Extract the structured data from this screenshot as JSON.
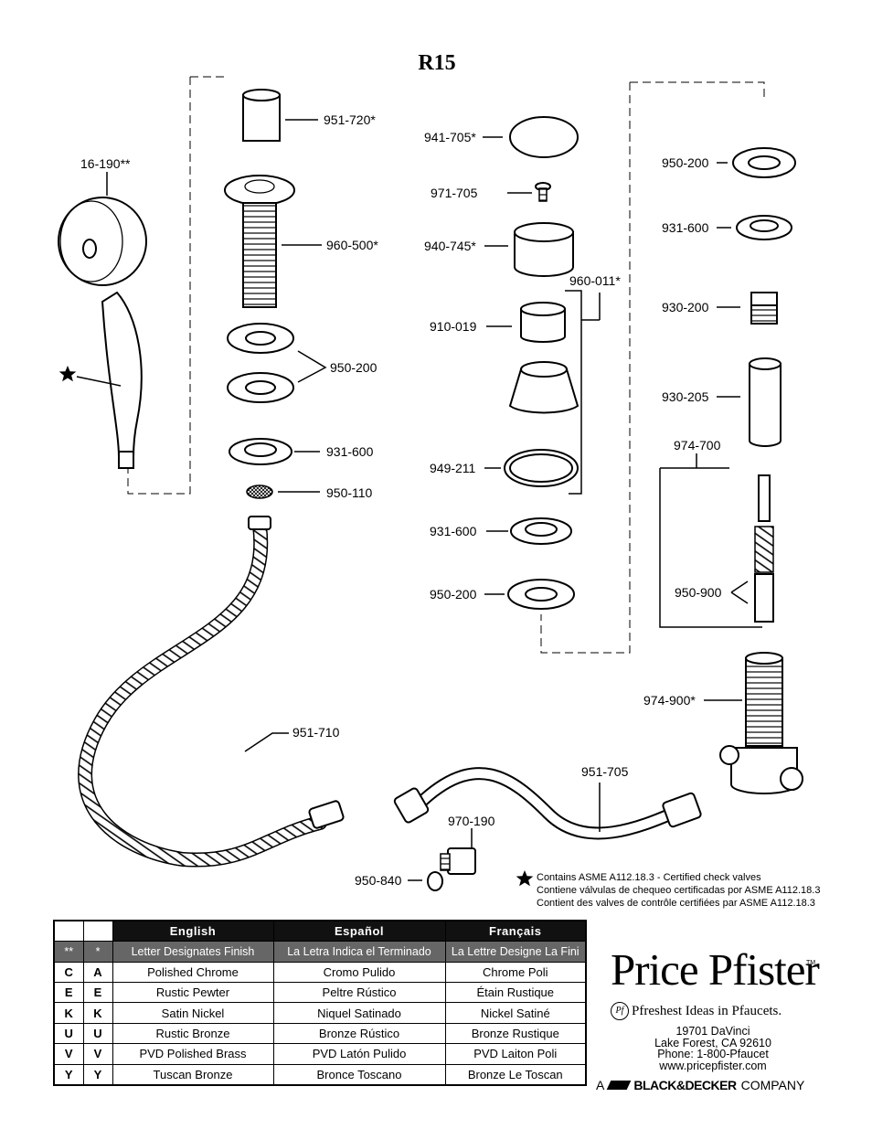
{
  "title": "R15",
  "part_labels": {
    "p951_720": "951-720*",
    "p16_190": "16-190**",
    "p960_500": "960-500*",
    "p950_200_left": "950-200",
    "p931_600_left": "931-600",
    "p950_110": "950-110",
    "p951_710": "951-710",
    "p941_705": "941-705*",
    "p971_705": "971-705",
    "p940_745": "940-745*",
    "p960_011": "960-011*",
    "p910_019": "910-019",
    "p949_211": "949-211",
    "p931_600_mid": "931-600",
    "p950_200_mid": "950-200",
    "p950_200_right": "950-200",
    "p931_600_right": "931-600",
    "p930_200": "930-200",
    "p930_205": "930-205",
    "p974_700": "974-700",
    "p950_900": "950-900",
    "p974_900": "974-900*",
    "p951_705": "951-705",
    "p970_190": "970-190",
    "p950_840": "950-840"
  },
  "note": {
    "icon": "star-icon",
    "lines": [
      "Contains ASME A112.18.3 - Certified check valves",
      "Contiene válvulas de chequeo certificadas por ASME A112.18.3",
      "Contient des valves de contrôle certifiées par ASME A112.18.3"
    ]
  },
  "finish_table": {
    "headers": [
      "English",
      "Español",
      "Français"
    ],
    "code_headers": [
      "**",
      "*"
    ],
    "subheaders": [
      "Letter Designates Finish",
      "La Letra Indica el Terminado",
      "La Lettre Designe La Fini"
    ],
    "rows": [
      {
        "c1": "C",
        "c2": "A",
        "en": "Polished Chrome",
        "es": "Cromo Pulido",
        "fr": "Chrome Poli"
      },
      {
        "c1": "E",
        "c2": "E",
        "en": "Rustic Pewter",
        "es": "Peltre Rústico",
        "fr": "Étain Rustique"
      },
      {
        "c1": "K",
        "c2": "K",
        "en": "Satin Nickel",
        "es": "Niquel Satinado",
        "fr": "Nickel Satiné"
      },
      {
        "c1": "U",
        "c2": "U",
        "en": "Rustic Bronze",
        "es": "Bronze Rústico",
        "fr": "Bronze Rustique"
      },
      {
        "c1": "V",
        "c2": "V",
        "en": "PVD Polished Brass",
        "es": "PVD Latón Pulido",
        "fr": "PVD Laiton Poli"
      },
      {
        "c1": "Y",
        "c2": "Y",
        "en": "Tuscan Bronze",
        "es": "Bronce Toscano",
        "fr": "Bronze Le Toscan"
      }
    ]
  },
  "brand": {
    "logo": "Price Pfister",
    "tm": "TM",
    "pf_mark": "Pf",
    "tagline": "Pfreshest Ideas in Pfaucets.",
    "address_lines": [
      "19701 DaVinci",
      "Lake Forest, CA 92610",
      "Phone: 1-800-Pfaucet",
      "www.pricepfister.com"
    ],
    "company_prefix": "A",
    "company_name": "BLACK&DECKER",
    "company_suffix": "COMPANY"
  }
}
